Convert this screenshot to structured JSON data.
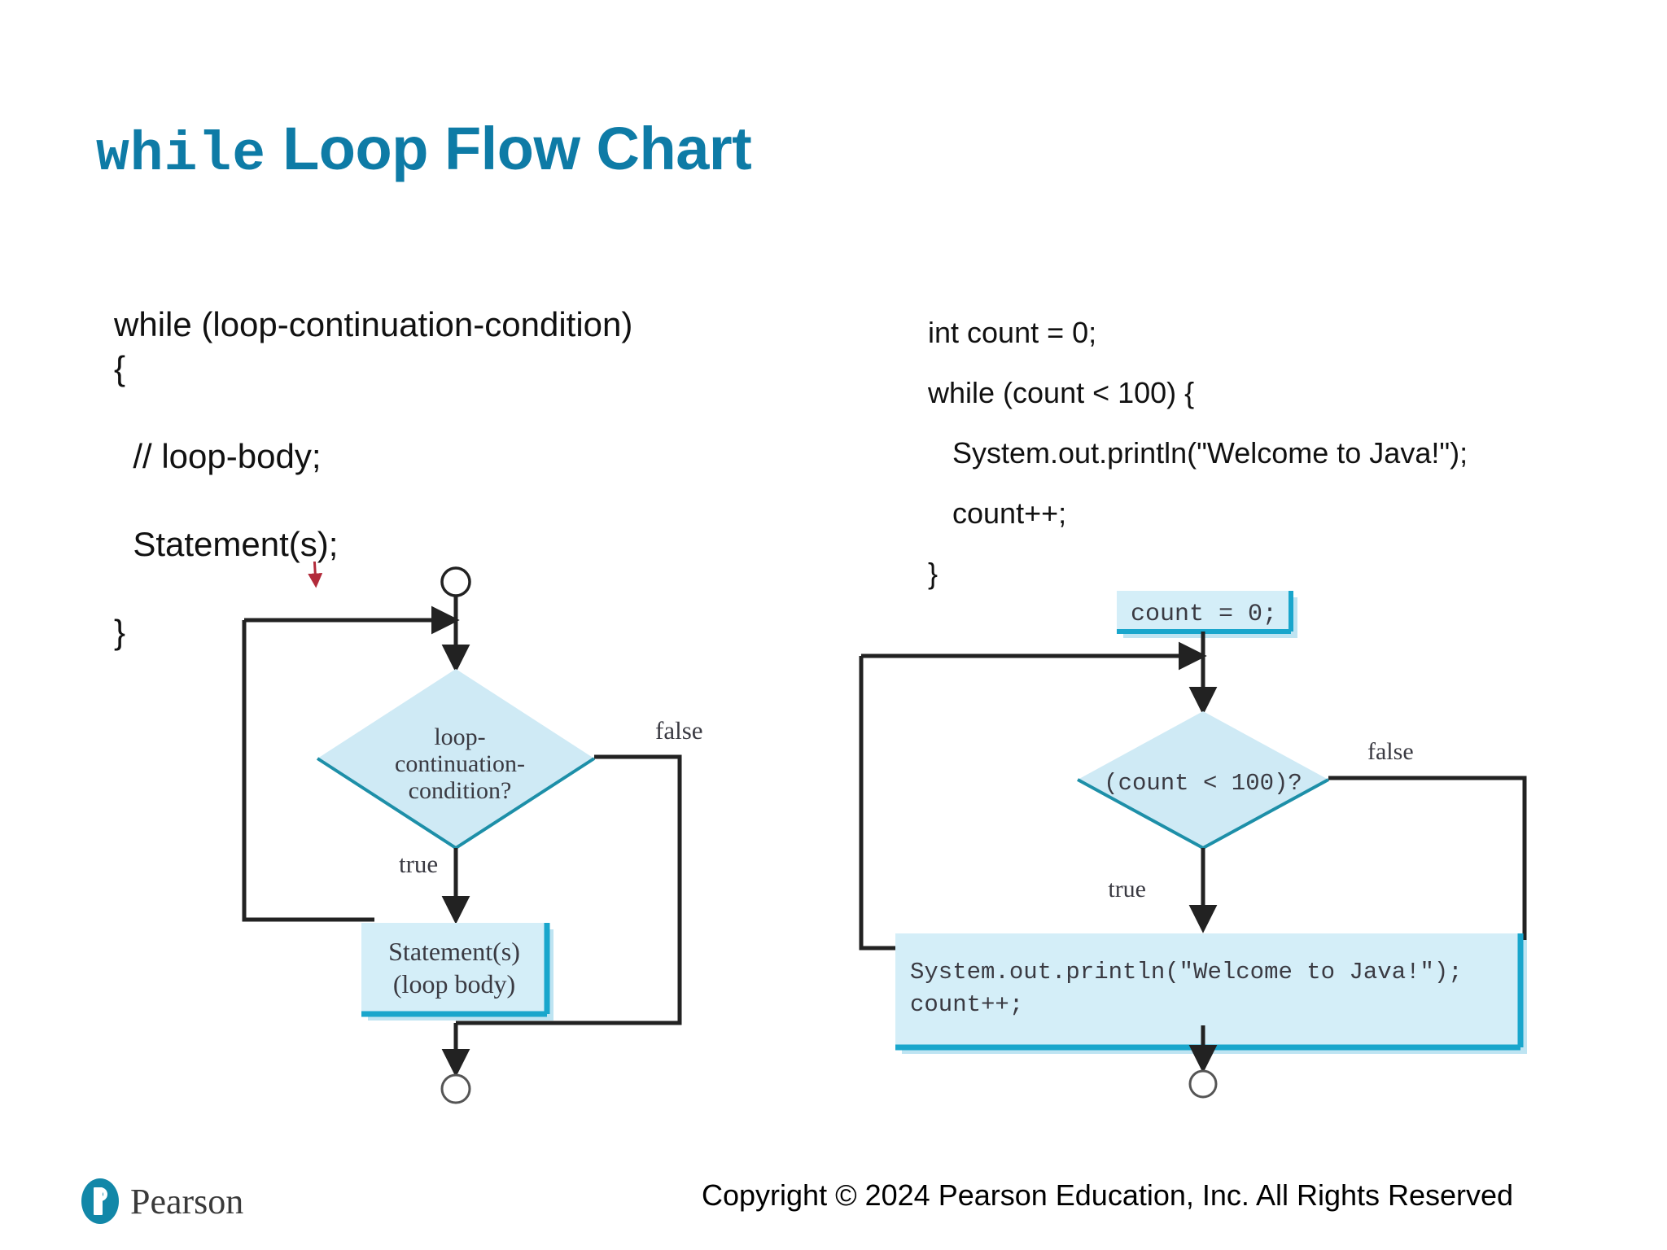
{
  "slide": {
    "title_keyword": "while",
    "title_rest": " Loop Flow Chart",
    "accent_color": "#0E7BA6"
  },
  "left_panel": {
    "code": "while (loop-continuation-condition)\n{\n\n  // loop-body;\n\n  Statement(s);\n\n}",
    "flowchart": {
      "start_node": "start-circle",
      "decision_label": "loop-\ncontinuation-\ncondition?",
      "true_label": "true",
      "false_label": "false",
      "process_label": "Statement(s)\n(loop body)",
      "end_node": "end-circle"
    }
  },
  "right_panel": {
    "code": "int count = 0;\nwhile (count < 100) {\n   System.out.println(\"Welcome to Java!\");\n   count++;\n}",
    "flowchart": {
      "init_box_label": "count = 0;",
      "decision_label": "(count < 100)?",
      "true_label": "true",
      "false_label": "false",
      "process_label_line1": "System.out.println(\"Welcome to Java!\");",
      "process_label_line2": "count++;",
      "end_node": "end-circle"
    }
  },
  "colors": {
    "shape_fill": "#CFEAF5",
    "shape_edge": "#19A6CC",
    "shape_edge_dark": "#1D8FA8",
    "connector": "#222222",
    "pointer_red": "#B22A3A"
  },
  "footer": {
    "brand": "Pearson",
    "copyright": "Copyright © 2024 Pearson Education, Inc. All Rights Reserved"
  }
}
